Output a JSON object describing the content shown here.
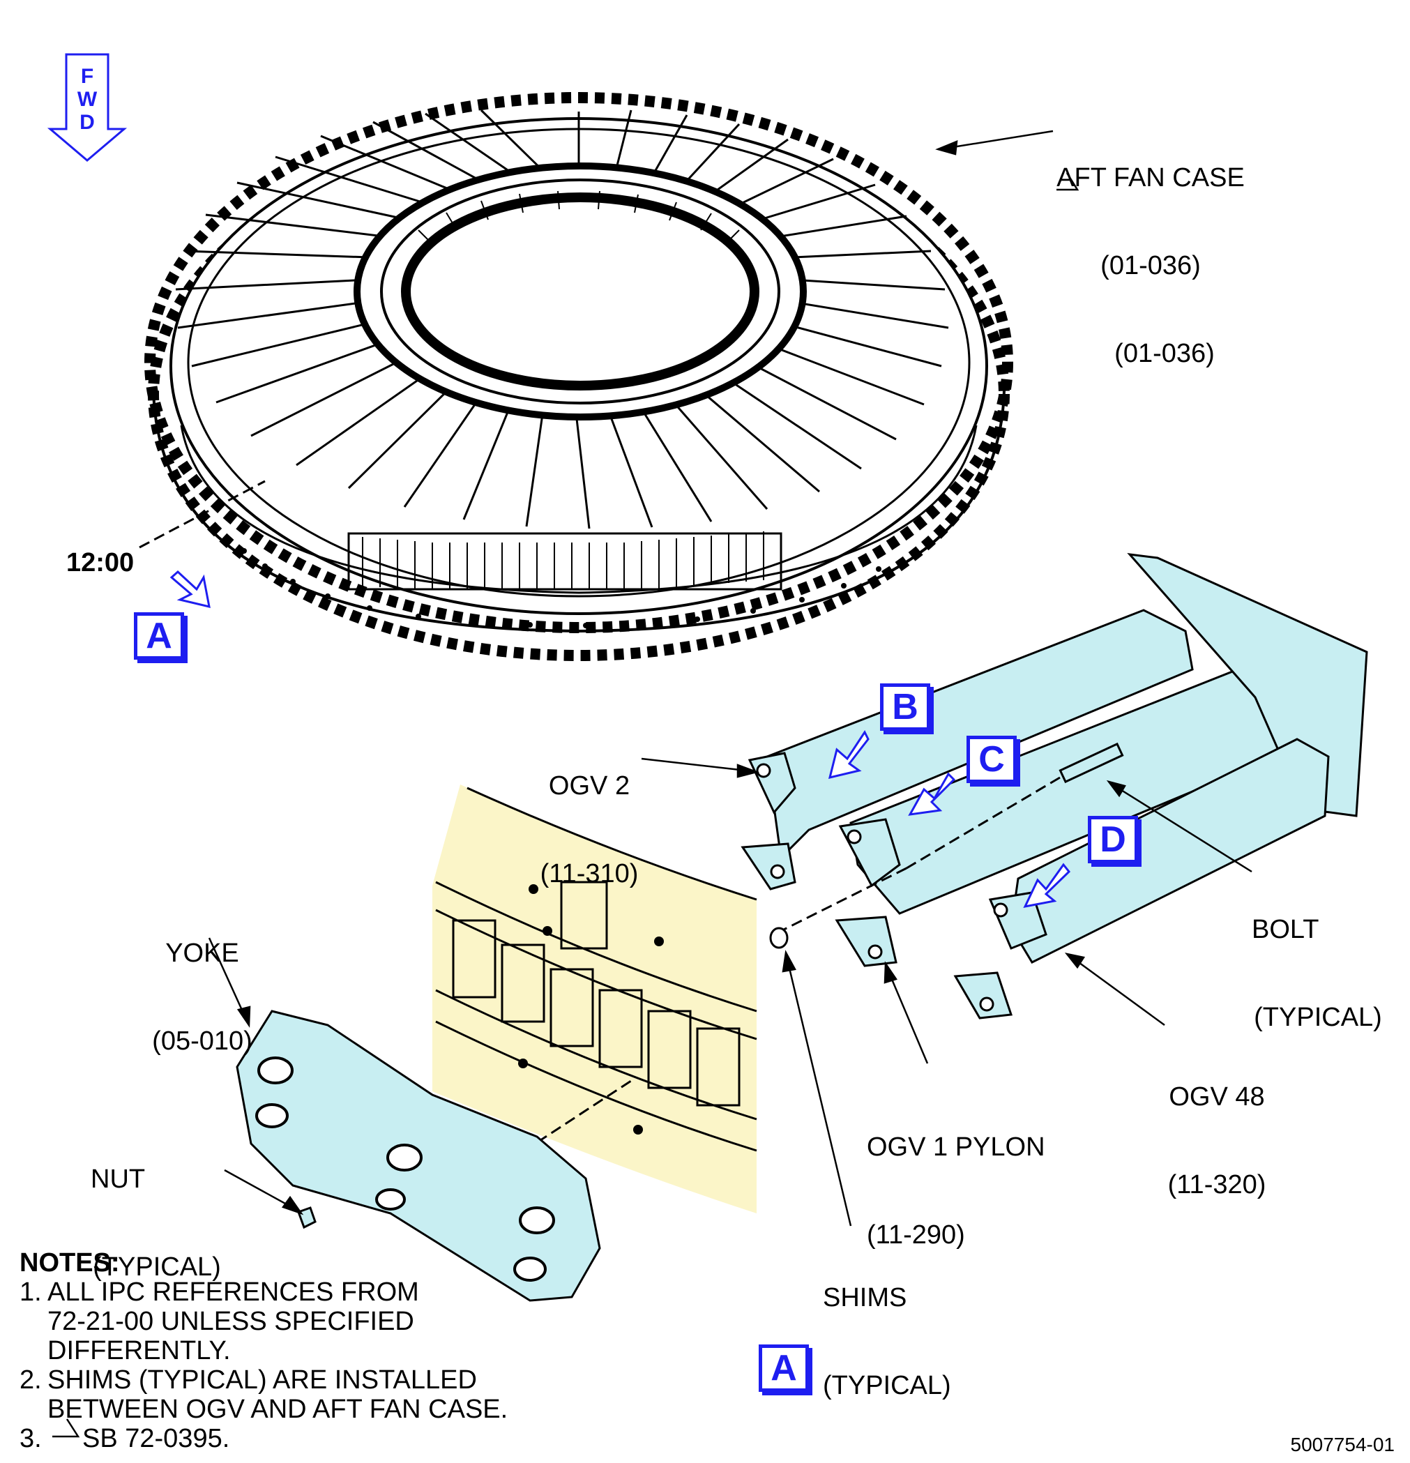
{
  "direction_marker": {
    "letters": [
      "F",
      "W",
      "D"
    ]
  },
  "position_label": "12:00",
  "view_callouts": [
    "A",
    "B",
    "C",
    "D"
  ],
  "labels": {
    "aft_fan_case": {
      "line1": "AFT FAN CASE",
      "line2": "(01-036)",
      "line3": "(01-036)"
    },
    "ogv2": {
      "line1": "OGV 2",
      "line2": "(11-310)"
    },
    "yoke": {
      "line1": "YOKE",
      "line2": "(05-010)"
    },
    "nut": {
      "line1": "NUT",
      "line2": "(TYPICAL)"
    },
    "bolt": {
      "line1": "BOLT",
      "line2": "(TYPICAL)"
    },
    "ogv48": {
      "line1": "OGV 48",
      "line2": "(11-320)"
    },
    "ogv1_pylon": {
      "line1": "OGV 1 PYLON",
      "line2": "(11-290)"
    },
    "shims": {
      "line1": "SHIMS",
      "line2": "(TYPICAL)"
    }
  },
  "notes": {
    "title": "NOTES:",
    "items": [
      {
        "num": "1.",
        "text": "ALL IPC REFERENCES FROM\n72-21-00 UNLESS SPECIFIED\nDIFFERENTLY."
      },
      {
        "num": "2.",
        "text": "SHIMS (TYPICAL) ARE INSTALLED\nBETWEEN OGV AND AFT FAN CASE."
      },
      {
        "num": "3.",
        "text": "SB 72-0395."
      }
    ]
  },
  "document_number": "5007754-01",
  "colors": {
    "callout": "#1e1ef0",
    "ogv_fill": "#c8eef2",
    "panel_fill": "#fbf5c8",
    "line": "#000000"
  }
}
